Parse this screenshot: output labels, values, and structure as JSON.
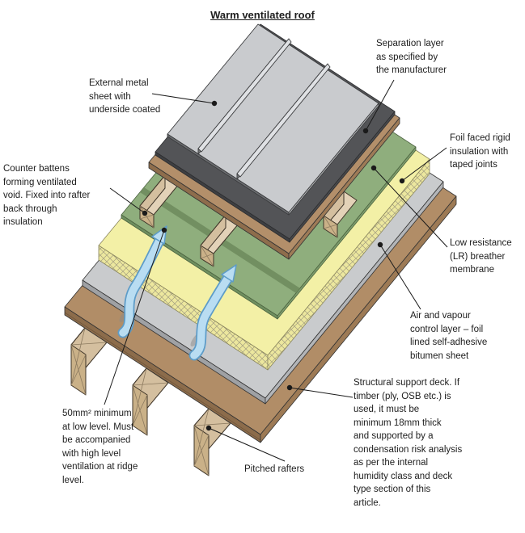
{
  "title": "Warm ventilated roof",
  "labels": {
    "external_metal": {
      "text": "External metal\nsheet with\nunderside coated"
    },
    "separation": {
      "text": "Separation layer\nas specified by\nthe manufacturer"
    },
    "foil_insulation": {
      "text": "Foil faced rigid\ninsulation with\ntaped joints"
    },
    "counter_battens": {
      "text": "Counter battens\nforming ventilated\nvoid. Fixed into rafter\nback through\ninsulation"
    },
    "breather_membrane": {
      "text": "Low resistance\n(LR) breather\nmembrane"
    },
    "avcl": {
      "text": "Air and vapour\ncontrol layer – foil\nlined self-adhesive\nbitumen sheet"
    },
    "structural_deck": {
      "text": "Structural support deck. If\ntimber (ply, OSB etc.) is\nused, it must be\nminimum 18mm thick\nand supported by a\ncondensation risk analysis\nas per the internal\nhumidity class and deck\ntype section of this\narticle."
    },
    "ventilation": {
      "text": "50mm² minimum\nat low level. Must\nbe accompanied\nwith high level\nventilation at ridge\nlevel."
    },
    "pitched_rafters": {
      "text": "Pitched rafters"
    }
  },
  "colors": {
    "metal_top": "#c9cbce",
    "metal_side": "#b2b4b6",
    "metal_under": "#6b6d70",
    "seam_dark": "#7c7e81",
    "seam_light": "#dfe1e4",
    "sep_top": "#535457",
    "sep_eave": "#3e3f42",
    "sep_side": "#48494c",
    "board_top": "#b38f6a",
    "board_eave": "#8e6d4c",
    "board_side": "#9e7b57",
    "membrane_top": "#8fae7d",
    "membrane_eave": "#6f8f5f",
    "membrane_side": "#7d9c6c",
    "membrane_shadow": "#6d8a5c",
    "insul_top": "#f3f0a6",
    "avcl_top": "#c9cbcd",
    "avcl_eave": "#9fa1a4",
    "avcl_side": "#b3b5b8",
    "deck_top": "#b18d67",
    "deck_eave": "#8c6c4b",
    "deck_side": "#9d7a55",
    "wood_top": "#e3d2b8",
    "wood_side": "#d4bf9f",
    "wood_end": "#cab188",
    "arrow_fill": "#b9ddf2",
    "arrow_stroke": "#5d9cc8",
    "leader": "#1a1a1a"
  }
}
